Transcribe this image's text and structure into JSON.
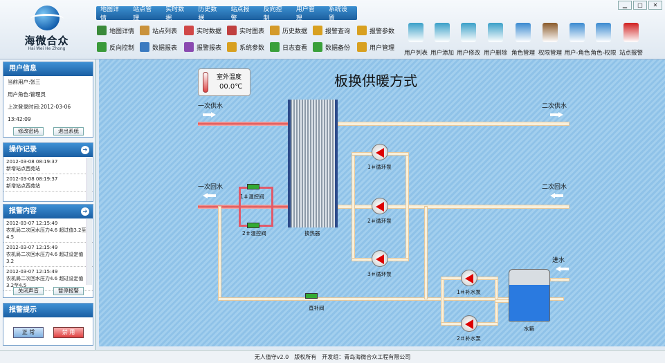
{
  "app": {
    "brand": "海微合众",
    "brand_sub": "Hai Wei He Zhong"
  },
  "topnav": [
    "地图详情",
    "站点管理",
    "实时数据",
    "历史数据",
    "站点报警",
    "反向控制",
    "用户管理",
    "系统设置"
  ],
  "toolbar": {
    "row1": [
      {
        "label": "地图详情",
        "icon": "globe-icon",
        "color": "#3a8a3a"
      },
      {
        "label": "站点列表",
        "icon": "list-icon",
        "color": "#c9923c"
      },
      {
        "label": "实时数据",
        "icon": "wave-icon",
        "color": "#d04848"
      },
      {
        "label": "实时图表",
        "icon": "chart-icon",
        "color": "#c04040"
      },
      {
        "label": "历史数据",
        "icon": "clock-icon",
        "color": "#d49a2a"
      },
      {
        "label": "报警查询",
        "icon": "pen-icon",
        "color": "#d8a020"
      },
      {
        "label": "报警参数",
        "icon": "bell-icon",
        "color": "#d8a020"
      }
    ],
    "row2": [
      {
        "label": "反向控制",
        "icon": "refresh-icon",
        "color": "#3a9a3a"
      },
      {
        "label": "数据报表",
        "icon": "bars-icon",
        "color": "#3a7ac0"
      },
      {
        "label": "报警报表",
        "icon": "report-icon",
        "color": "#8a4ab0"
      },
      {
        "label": "系统参数",
        "icon": "gear-icon",
        "color": "#d8a020"
      },
      {
        "label": "日志查看",
        "icon": "plus-icon",
        "color": "#3aa03a"
      },
      {
        "label": "数据备份",
        "icon": "download-icon",
        "color": "#3aa03a"
      },
      {
        "label": "用户管理",
        "icon": "user-icon",
        "color": "#d8a020"
      }
    ],
    "big": [
      {
        "label": "用户列表",
        "icon": "doc-icon",
        "color": "#3aa0c8"
      },
      {
        "label": "用户添加",
        "icon": "doc-icon",
        "color": "#3aa0c8"
      },
      {
        "label": "用户修改",
        "icon": "doc-icon",
        "color": "#3aa0c8"
      },
      {
        "label": "用户删除",
        "icon": "doc-icon",
        "color": "#3aa0c8"
      },
      {
        "label": "角色管理",
        "icon": "person-icon",
        "color": "#3a8ad0"
      },
      {
        "label": "权限管理",
        "icon": "briefcase-icon",
        "color": "#8a5a2a"
      },
      {
        "label": "用户-角色",
        "icon": "person-icon",
        "color": "#3a8ad0"
      },
      {
        "label": "角色-权限",
        "icon": "person-icon",
        "color": "#3a8ad0"
      },
      {
        "label": "站点报警",
        "icon": "alarm-icon",
        "color": "#d02020"
      }
    ]
  },
  "sidebar": {
    "user_info": {
      "title": "用户信息",
      "current_user": "当前用户:张三",
      "role": "用户角色:管理员",
      "last_login": "上次登录时间:2012-03-06 13:42:09",
      "change_pwd": "修改密码",
      "logout": "退出系统"
    },
    "operations": {
      "title": "操作记录",
      "items": [
        {
          "time": "2012-03-08 08:19:37",
          "text": "新增站点西苑站"
        },
        {
          "time": "2012-03-08 08:19:37",
          "text": "新增站点西苑站"
        }
      ]
    },
    "alarms": {
      "title": "报警内容",
      "items": [
        {
          "time": "2012-03-07 12:15:49",
          "text": "农机局二次回水压力4.6 超过值3.2至4.5"
        },
        {
          "time": "2012-03-07 12:15:49",
          "text": "农机局二次回水压力4.6 超过设定值3.2"
        },
        {
          "time": "2012-03-07 12:15:49",
          "text": "农机局二次回水压力4.6 超过设定值3.2至4.5"
        }
      ],
      "close_sound": "关闭声音",
      "pause_alarm": "暂停报警"
    },
    "alarm_hint": {
      "title": "报警提示",
      "normal": "正 常",
      "disable": "禁 用"
    }
  },
  "diagram": {
    "title": "板换供暖方式",
    "outdoor_temp_label": "室外温度",
    "outdoor_temp_value": "00.0℃",
    "primary_supply": "一次供水",
    "primary_return": "一次回水",
    "secondary_supply": "二次供水",
    "secondary_return": "二次回水",
    "water_in": "进水",
    "heat_exchanger": "换热器",
    "valve1": "1＃温控阀",
    "valve2": "2＃温控阀",
    "pump1": "1＃循环泵",
    "pump2": "2＃循环泵",
    "pump3": "3＃循环泵",
    "makeup1": "1＃补水泵",
    "makeup2": "2＃补水泵",
    "direct_valve": "直补阀",
    "tank": "水箱"
  },
  "footer": {
    "text": "无人值守v2.0　版权所有　开发组：青岛海微合众工程有限公司"
  }
}
